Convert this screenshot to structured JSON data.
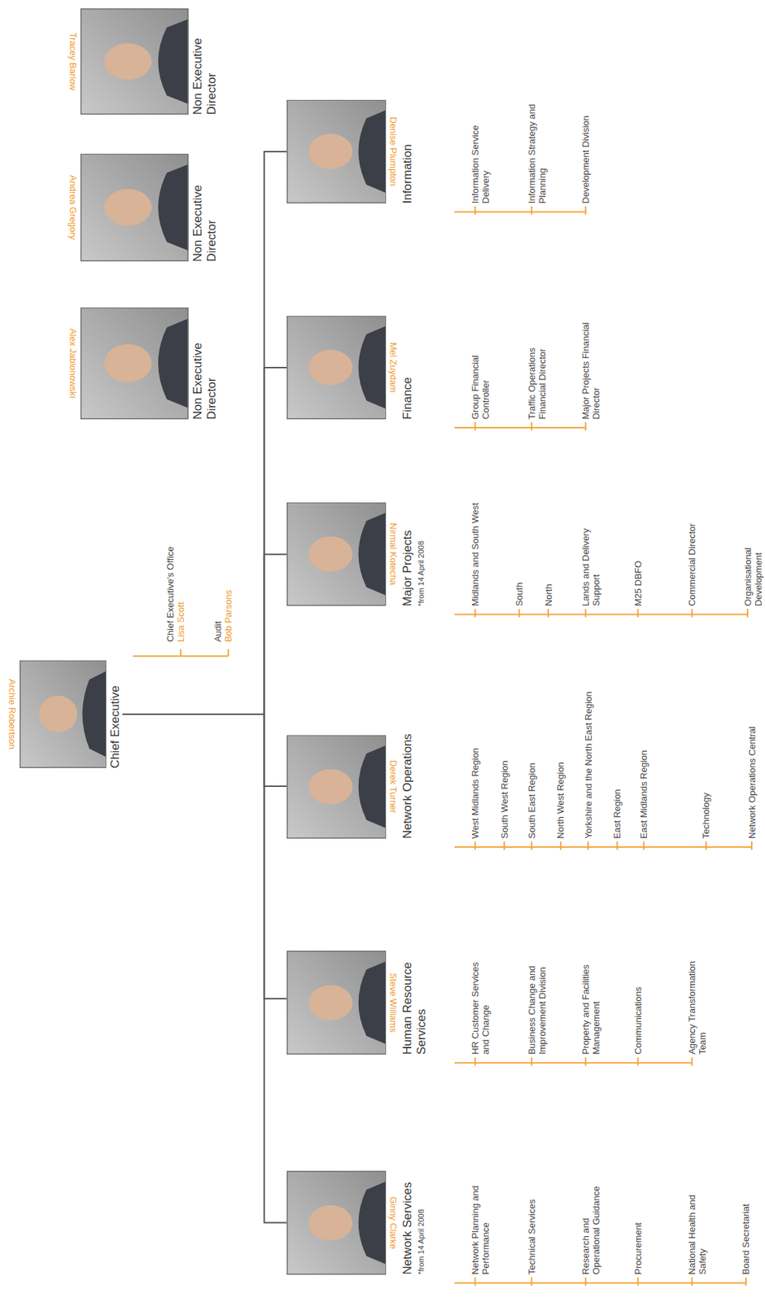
{
  "diagram": {
    "nodes": [
      {
        "text": [
          "Archie Robertson",
          "Chief Executive"
        ]
      },
      {
        "text": [
          "Alex Jablonowski",
          "Non Executive Director"
        ]
      },
      {
        "text": [
          "Andrea Gregory",
          "Non Executive Director"
        ]
      },
      {
        "text": [
          "Tracey Barlow",
          "Non Executive Director"
        ]
      },
      {
        "text": [
          "Ginny Clarke",
          "Network Services",
          "*from 14 April 2008"
        ]
      },
      {
        "text": [
          "Steve Williams",
          "Human Resource Services"
        ]
      },
      {
        "text": [
          "Derek Turner",
          "Network Operations"
        ]
      },
      {
        "text": [
          "Nirmal Kotecha",
          "Major Projects",
          "*from 14 April 2008"
        ]
      },
      {
        "text": [
          "Mel Zuydam",
          "Finance"
        ]
      },
      {
        "text": [
          "Denise Plumpton",
          "Information"
        ]
      }
    ],
    "edges": [
      {
        "from": 0,
        "to": 4,
        "arrow": "none"
      },
      {
        "from": 0,
        "to": 5,
        "arrow": "none"
      },
      {
        "from": 0,
        "to": 6,
        "arrow": "none"
      },
      {
        "from": 0,
        "to": 7,
        "arrow": "none"
      },
      {
        "from": 0,
        "to": 8,
        "arrow": "none"
      },
      {
        "from": 0,
        "to": 9,
        "arrow": "none"
      }
    ],
    "labels": [
      "Chief Executive's Office",
      "Lisa Scott",
      "Audit",
      "Bob Parsons",
      "Network Planning and Performance",
      "Technical Services",
      "Research and Operational Guidance",
      "Procurement",
      "National Health and Safety",
      "Board Secretariat",
      "HR Customer Services and Change",
      "Business Change and Improvement Division",
      "Property and Facilities Management",
      "Communications",
      "Agency Transformation Team",
      "West Midlands Region",
      "South West Region",
      "South East Region",
      "North West Region",
      "Yorkshire and the North East Region",
      "East Region",
      "East Midlands Region",
      "Technology",
      "Network Operations Central",
      "Midlands and South West",
      "South",
      "North",
      "Lands and Delivery Support",
      "M25 DBFO",
      "Commercial Director",
      "Organisational Development",
      "Group Financial Controller",
      "Traffic Operations Financial Director",
      "Major Projects Financial Director",
      "Information Service Delivery",
      "Information Strategy and Planning",
      "Development Division"
    ]
  }
}
